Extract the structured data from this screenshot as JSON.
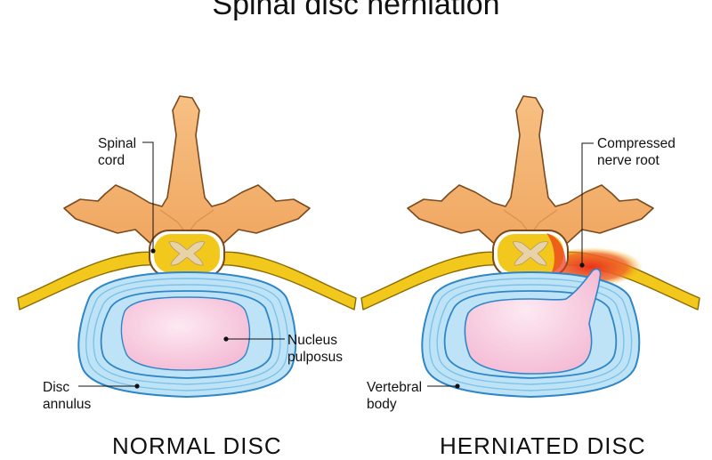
{
  "title": "Spinal disc herniation",
  "labels": {
    "spinal_cord": [
      "Spinal",
      "cord"
    ],
    "disc_annulus": [
      "Disc",
      "annulus"
    ],
    "nucleus_pulposus": [
      "Nucleus",
      "pulposus"
    ],
    "compressed_nerve_root": [
      "Compressed",
      "nerve root"
    ],
    "vertebral_body": [
      "Vertebral",
      "body"
    ]
  },
  "captions": {
    "normal": "NORMAL DISC",
    "herniated": "HERNIATED DISC"
  },
  "colors": {
    "bone": "#F5B36E",
    "bone_outline": "#7A4A1E",
    "nerve": "#F3C81C",
    "annulus": "#BFE3F6",
    "annulus_ring": "#2E86C8",
    "nucleus": "#F7C9DE",
    "inflamed": "#E8331C",
    "cord_gray": "#E8D3A8"
  }
}
